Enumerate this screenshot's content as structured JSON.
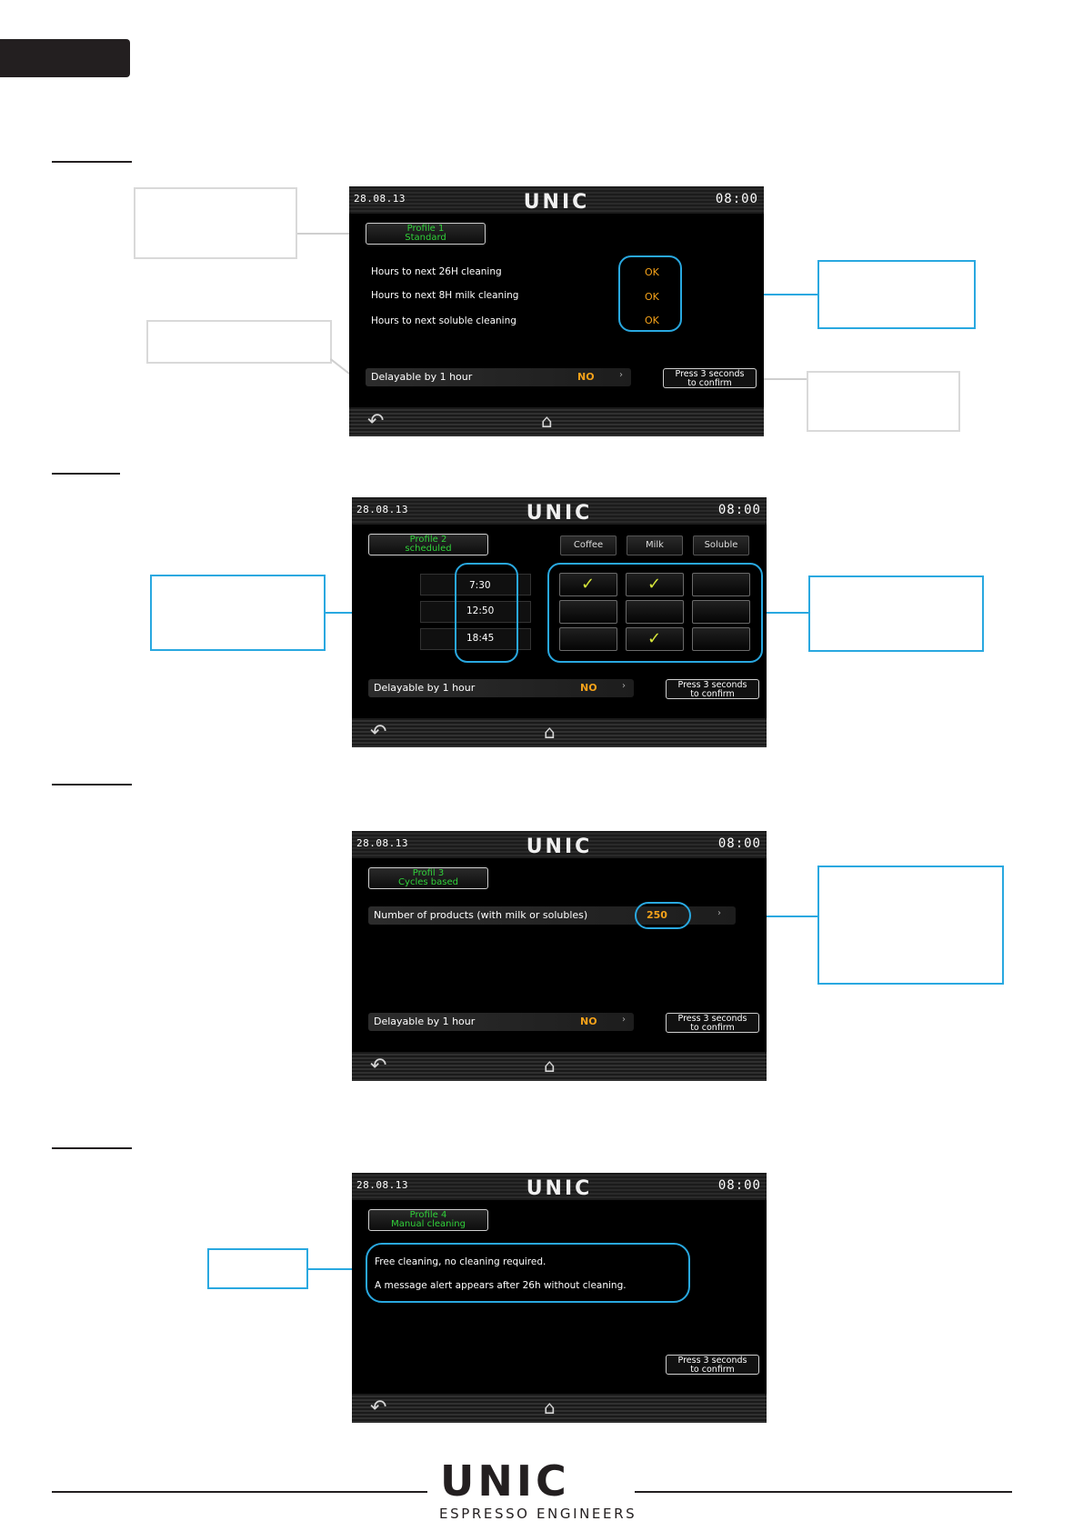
{
  "brand": {
    "logo": "UNIC",
    "tagline": "ESPRESSO ENGINEERS"
  },
  "screen_common": {
    "date": "28.08.13",
    "time": "08:00",
    "logo": "UNIC",
    "delay_label": "Delayable by 1 hour",
    "delay_value": "NO",
    "delay_arrow": "›",
    "confirm_line1": "Press 3 seconds",
    "confirm_line2": "to confirm",
    "back_icon": "back-arrow-icon",
    "home_icon": "home-icon"
  },
  "screen1": {
    "profile_line1": "Profile 1",
    "profile_line2": "Standard",
    "rows": [
      {
        "label": "Hours to next 26H cleaning",
        "status": "OK"
      },
      {
        "label": "Hours to next 8H milk cleaning",
        "status": "OK"
      },
      {
        "label": "Hours to next soluble cleaning",
        "status": "OK"
      }
    ]
  },
  "screen2": {
    "profile_line1": "Profile 2",
    "profile_line2": "scheduled",
    "columns": [
      "Coffee",
      "Milk",
      "Soluble"
    ],
    "times": [
      "7:30",
      "12:50",
      "18:45"
    ],
    "checks": [
      [
        true,
        true,
        false
      ],
      [
        false,
        false,
        false
      ],
      [
        false,
        true,
        false
      ]
    ]
  },
  "screen3": {
    "profile_line1": "Profil 3",
    "profile_line2": "Cycles based",
    "products_label": "Number of products (with milk or solubles)",
    "products_value": "250",
    "products_arrow": "›"
  },
  "screen4": {
    "profile_line1": "Profile 4",
    "profile_line2": "Manual cleaning",
    "line1": "Free cleaning, no cleaning required.",
    "line2": "A message alert appears after 26h without cleaning."
  },
  "colors": {
    "accent_blue": "#29a8e0",
    "status_orange": "#f5a21a",
    "profile_green": "#31d13a",
    "check_yellow": "#d6e53a"
  }
}
